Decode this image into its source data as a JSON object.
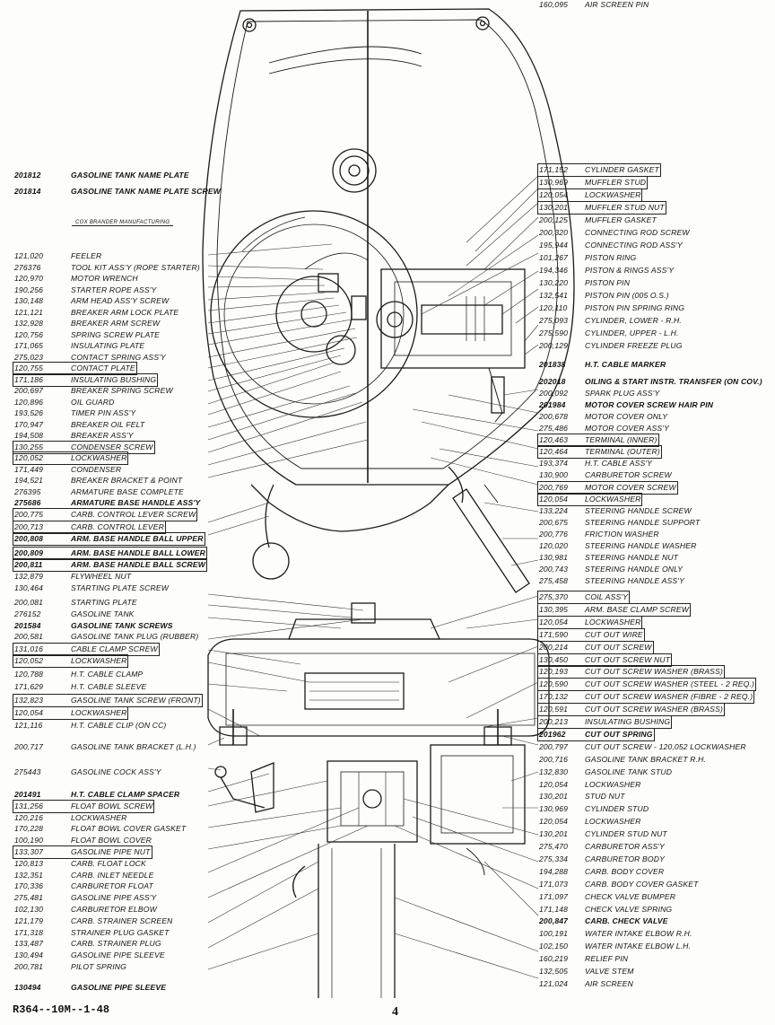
{
  "left_parts": [
    {
      "number": "201812",
      "name": "GASOLINE TANK NAME PLATE",
      "bold": true
    },
    {
      "number": "201814",
      "name": "GASOLINE TANK NAME PLATE SCREW",
      "bold": true
    },
    {
      "number": "121,020",
      "name": "FEELER"
    },
    {
      "number": "276376",
      "name": "TOOL KIT ASS'Y (ROPE STARTER)"
    },
    {
      "number": "120,970",
      "name": "MOTOR WRENCH"
    },
    {
      "number": "190,256",
      "name": "STARTER ROPE ASS'Y"
    },
    {
      "number": "130,148",
      "name": "ARM HEAD ASS'Y SCREW"
    },
    {
      "number": "121,121",
      "name": "BREAKER ARM LOCK PLATE"
    },
    {
      "number": "132,928",
      "name": "BREAKER ARM SCREW"
    },
    {
      "number": "120,756",
      "name": "SPRING SCREW PLATE"
    },
    {
      "number": "171,065",
      "name": "INSULATING PLATE"
    },
    {
      "number": "275,023",
      "name": "CONTACT SPRING ASS'Y"
    },
    {
      "number": "120,755",
      "name": "CONTACT PLATE"
    },
    {
      "number": "171,186",
      "name": "INSULATING BUSHING"
    },
    {
      "number": "200,697",
      "name": "BREAKER SPRING SCREW"
    },
    {
      "number": "120,896",
      "name": "OIL GUARD"
    },
    {
      "number": "193,526",
      "name": "TIMER PIN ASS'Y"
    },
    {
      "number": "170,947",
      "name": "BREAKER OIL FELT"
    },
    {
      "number": "194,508",
      "name": "BREAKER ASS'Y"
    },
    {
      "number": "130,255",
      "name": "CONDENSER SCREW"
    },
    {
      "number": "120,052",
      "name": "LOCKWASHER"
    },
    {
      "number": "171,449",
      "name": "CONDENSER"
    },
    {
      "number": "194,521",
      "name": "BREAKER BRACKET & POINT"
    },
    {
      "number": "276395",
      "name": "ARMATURE BASE COMPLETE"
    },
    {
      "number": "275686",
      "name": "ARMATURE BASE HANDLE ASS'Y",
      "bold": true
    },
    {
      "number": "200,775",
      "name": "CARB. CONTROL LEVER SCREW"
    },
    {
      "number": "200,713",
      "name": "CARB. CONTROL LEVER"
    },
    {
      "number": "200,808",
      "name": "ARM. BASE HANDLE BALL UPPER",
      "bold": true
    },
    {
      "number": "200,809",
      "name": "ARM. BASE HANDLE BALL LOWER",
      "bold": true
    },
    {
      "number": "200,811",
      "name": "ARM. BASE HANDLE BALL SCREW",
      "bold": true
    },
    {
      "number": "132,879",
      "name": "FLYWHEEL NUT"
    },
    {
      "number": "130,464",
      "name": "STARTING PLATE SCREW"
    },
    {
      "number": "200,081",
      "name": "STARTING PLATE"
    },
    {
      "number": "276152",
      "name": "GASOLINE TANK"
    },
    {
      "number": "201584",
      "name": "GASOLINE TANK SCREWS",
      "bold": true
    },
    {
      "number": "200,581",
      "name": "GASOLINE TANK PLUG (RUBBER)"
    },
    {
      "number": "131,016",
      "name": "CABLE CLAMP SCREW"
    },
    {
      "number": "120,052",
      "name": "LOCKWASHER"
    },
    {
      "number": "120,788",
      "name": "H.T. CABLE CLAMP"
    },
    {
      "number": "171,629",
      "name": "H.T. CABLE SLEEVE"
    },
    {
      "number": "132,823",
      "name": "GASOLINE TANK SCREW (FRONT)"
    },
    {
      "number": "120,054",
      "name": "LOCKWASHER"
    },
    {
      "number": "121,116",
      "name": "H.T. CABLE CLIP (ON CC)"
    },
    {
      "number": "200,717",
      "name": "GASOLINE TANK BRACKET (L.H.)"
    },
    {
      "number": "275443",
      "name": "GASOLINE COCK ASS'Y"
    },
    {
      "number": "201491",
      "name": "H.T. CABLE CLAMP SPACER",
      "bold": true
    },
    {
      "number": "131,256",
      "name": "FLOAT BOWL SCREW"
    },
    {
      "number": "120,216",
      "name": "LOCKWASHER"
    },
    {
      "number": "170,228",
      "name": "FLOAT BOWL COVER GASKET"
    },
    {
      "number": "100,190",
      "name": "FLOAT BOWL COVER"
    },
    {
      "number": "133,307",
      "name": "GASOLINE PIPE NUT"
    },
    {
      "number": "120,813",
      "name": "CARB. FLOAT LOCK"
    },
    {
      "number": "132,351",
      "name": "CARB. INLET NEEDLE"
    },
    {
      "number": "170,336",
      "name": "CARBURETOR FLOAT"
    },
    {
      "number": "275,481",
      "name": "GASOLINE PIPE ASS'Y"
    },
    {
      "number": "102,130",
      "name": "CARBURETOR ELBOW"
    },
    {
      "number": "121,179",
      "name": "CARB. STRAINER SCREEN"
    },
    {
      "number": "171,318",
      "name": "STRAINER PLUG GASKET"
    },
    {
      "number": "133,487",
      "name": "CARB. STRAINER PLUG"
    },
    {
      "number": "130,494",
      "name": "GASOLINE PIPE SLEEVE"
    },
    {
      "number": "200,781",
      "name": "PILOT SPRING"
    },
    {
      "number": "130494",
      "name": "GASOLINE PIPE SLEEVE",
      "bold": true
    }
  ],
  "right_parts": [
    {
      "number": "171,152",
      "name": "CYLINDER GASKET"
    },
    {
      "number": "130,969",
      "name": "MUFFLER STUD"
    },
    {
      "number": "120,054",
      "name": "LOCKWASHER"
    },
    {
      "number": "130,201",
      "name": "MUFFLER STUD NUT"
    },
    {
      "number": "200,125",
      "name": "MUFFLER GASKET"
    },
    {
      "number": "200,320",
      "name": "CONNECTING ROD SCREW"
    },
    {
      "number": "195,944",
      "name": "CONNECTING ROD ASS'Y"
    },
    {
      "number": "101,267",
      "name": "PISTON RING"
    },
    {
      "number": "194,346",
      "name": "PISTON & RINGS ASS'Y"
    },
    {
      "number": "130,220",
      "name": "PISTON PIN"
    },
    {
      "number": "132,541",
      "name": "PISTON PIN (005 O.S.)"
    },
    {
      "number": "120,110",
      "name": "PISTON PIN SPRING RING"
    },
    {
      "number": "275,093",
      "name": "CYLINDER, LOWER - R.H."
    },
    {
      "number": "275,590",
      "name": "CYLINDER, UPPER - L.H."
    },
    {
      "number": "200,129",
      "name": "CYLINDER FREEZE PLUG"
    },
    {
      "number": "201838",
      "name": "H.T. CABLE MARKER",
      "bold": true
    },
    {
      "number": "202018",
      "name": "OILING & START INSTR. TRANSFER (ON COV.)",
      "bold": true
    },
    {
      "number": "200,092",
      "name": "SPARK PLUG ASS'Y"
    },
    {
      "number": "201984",
      "name": "MOTOR COVER SCREW HAIR PIN",
      "bold": true
    },
    {
      "number": "200,678",
      "name": "MOTOR COVER ONLY"
    },
    {
      "number": "275,486",
      "name": "MOTOR COVER ASS'Y"
    },
    {
      "number": "120,463",
      "name": "TERMINAL (INNER)"
    },
    {
      "number": "120,464",
      "name": "TERMINAL (OUTER)"
    },
    {
      "number": "193,374",
      "name": "H.T. CABLE ASS'Y"
    },
    {
      "number": "130,900",
      "name": "CARBURETOR SCREW"
    },
    {
      "number": "200,769",
      "name": "MOTOR COVER SCREW"
    },
    {
      "number": "120,054",
      "name": "LOCKWASHER"
    },
    {
      "number": "133,224",
      "name": "STEERING HANDLE SCREW"
    },
    {
      "number": "200,675",
      "name": "STEERING HANDLE SUPPORT"
    },
    {
      "number": "200,776",
      "name": "FRICTION WASHER"
    },
    {
      "number": "120,020",
      "name": "STEERING HANDLE WASHER"
    },
    {
      "number": "130,981",
      "name": "STEERING HANDLE NUT"
    },
    {
      "number": "200,743",
      "name": "STEERING HANDLE ONLY"
    },
    {
      "number": "275,458",
      "name": "STEERING HANDLE ASS'Y"
    },
    {
      "number": "275,370",
      "name": "COIL ASS'Y"
    },
    {
      "number": "130,395",
      "name": "ARM. BASE CLAMP SCREW"
    },
    {
      "number": "120,054",
      "name": "LOCKWASHER"
    },
    {
      "number": "171,590",
      "name": "CUT OUT WIRE"
    },
    {
      "number": "200,214",
      "name": "CUT OUT SCREW"
    },
    {
      "number": "130,450",
      "name": "CUT OUT SCREW NUT"
    },
    {
      "number": "120,193",
      "name": "CUT OUT SCREW WASHER (BRASS)"
    },
    {
      "number": "120,590",
      "name": "CUT OUT SCREW WASHER (STEEL - 2 REQ.)"
    },
    {
      "number": "170,132",
      "name": "CUT OUT SCREW WASHER (FIBRE - 2 REQ.)"
    },
    {
      "number": "120,591",
      "name": "CUT OUT SCREW WASHER (BRASS)"
    },
    {
      "number": "200,213",
      "name": "INSULATING BUSHING"
    },
    {
      "number": "201962",
      "name": "CUT OUT SPRING",
      "bold": true
    },
    {
      "number": "200,797",
      "name": "CUT OUT SCREW - 120,052 LOCKWASHER"
    },
    {
      "number": "200,716",
      "name": "GASOLINE TANK BRACKET R.H."
    },
    {
      "number": "132,830",
      "name": "GASOLINE TANK STUD"
    },
    {
      "number": "120,054",
      "name": "LOCKWASHER"
    },
    {
      "number": "130,201",
      "name": "STUD NUT"
    },
    {
      "number": "130,969",
      "name": "CYLINDER STUD"
    },
    {
      "number": "120,054",
      "name": "LOCKWASHER"
    },
    {
      "number": "130,201",
      "name": "CYLINDER STUD NUT"
    },
    {
      "number": "275,470",
      "name": "CARBURETOR ASS'Y"
    },
    {
      "number": "275,334",
      "name": "CARBURETOR BODY"
    },
    {
      "number": "194,288",
      "name": "CARB. BODY COVER"
    },
    {
      "number": "171,073",
      "name": "CARB. BODY COVER GASKET"
    },
    {
      "number": "171,097",
      "name": "CHECK VALVE BUMPER"
    },
    {
      "number": "171,148",
      "name": "CHECK VALVE SPRING"
    },
    {
      "number": "200,847",
      "name": "CARB. CHECK VALVE",
      "bold": true
    },
    {
      "number": "100,191",
      "name": "WATER INTAKE ELBOW R.H."
    },
    {
      "number": "102,150",
      "name": "WATER INTAKE ELBOW L.H."
    },
    {
      "number": "160,219",
      "name": "RELIEF PIN"
    },
    {
      "number": "132,505",
      "name": "VALVE STEM"
    },
    {
      "number": "121,024",
      "name": "AIR SCREEN"
    },
    {
      "number": "160,095",
      "name": "AIR SCREEN PIN"
    }
  ],
  "name_plate_text": "COX BRANDER MANUFACTURING",
  "footer_code": "R364--10M--1-48",
  "page_number": "4"
}
